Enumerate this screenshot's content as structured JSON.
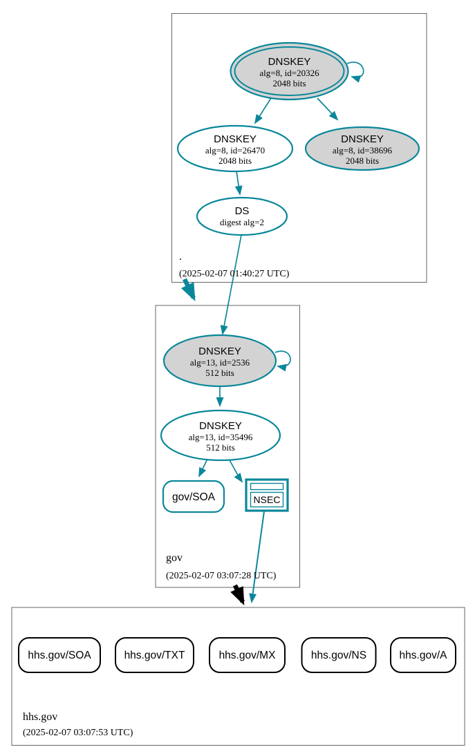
{
  "colors": {
    "secure_teal": "#0a879a",
    "insecure_black": "#000000",
    "ksk_fill_gray": "#d3d3d3",
    "node_fill_white": "#ffffff",
    "zone_box_border": "#666666"
  },
  "zones": {
    "root": {
      "name": ".",
      "timestamp": "(2025-02-07 01:40:27 UTC)",
      "ksk": {
        "title": "DNSKEY",
        "detail1": "alg=8, id=20326",
        "detail2": "2048 bits"
      },
      "zsk": {
        "title": "DNSKEY",
        "detail1": "alg=8, id=26470",
        "detail2": "2048 bits"
      },
      "key3": {
        "title": "DNSKEY",
        "detail1": "alg=8, id=38696",
        "detail2": "2048 bits"
      },
      "ds": {
        "title": "DS",
        "detail1": "digest alg=2"
      }
    },
    "gov": {
      "name": "gov",
      "timestamp": "(2025-02-07 03:07:28 UTC)",
      "ksk": {
        "title": "DNSKEY",
        "detail1": "alg=13, id=2536",
        "detail2": "512 bits"
      },
      "zsk": {
        "title": "DNSKEY",
        "detail1": "alg=13, id=35496",
        "detail2": "512 bits"
      },
      "soa": {
        "label": "gov/SOA"
      },
      "nsec": {
        "label": "NSEC"
      }
    },
    "hhs": {
      "name": "hhs.gov",
      "timestamp": "(2025-02-07 03:07:53 UTC)",
      "rrsets": [
        {
          "label": "hhs.gov/SOA"
        },
        {
          "label": "hhs.gov/TXT"
        },
        {
          "label": "hhs.gov/MX"
        },
        {
          "label": "hhs.gov/NS"
        },
        {
          "label": "hhs.gov/A"
        }
      ]
    }
  }
}
